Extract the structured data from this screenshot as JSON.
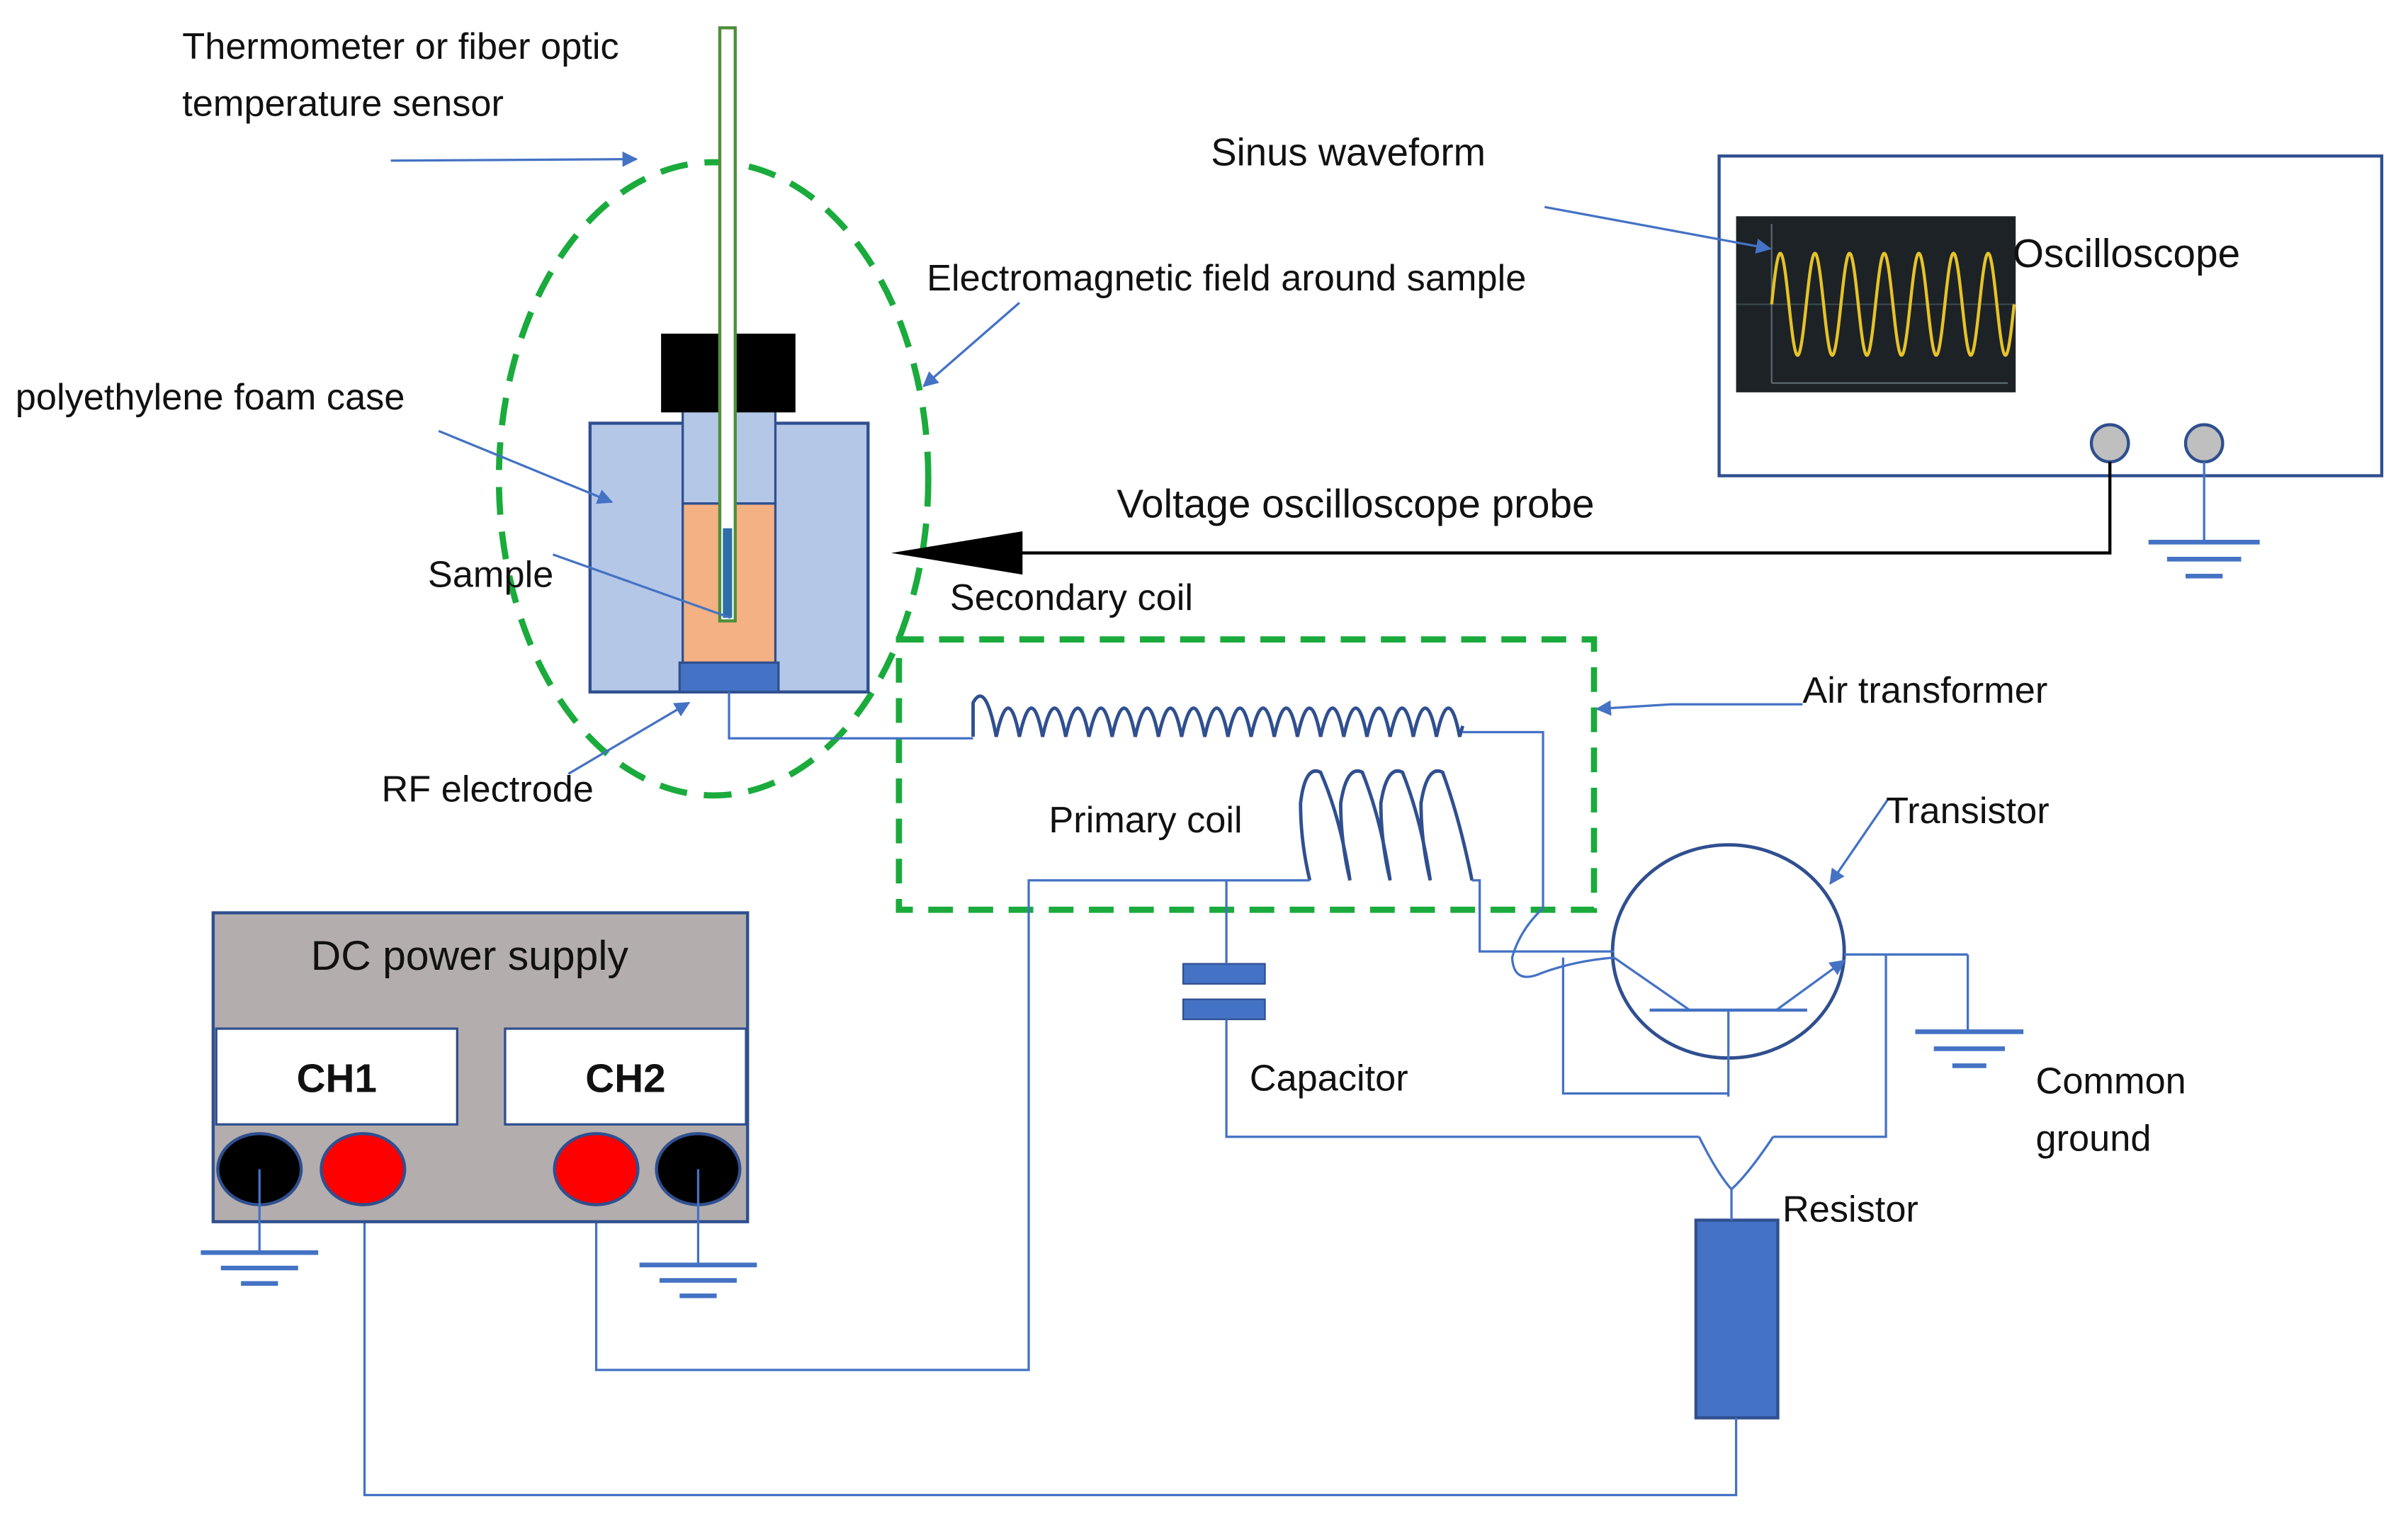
{
  "labels": {
    "thermometer_line1": "Thermometer or fiber optic",
    "thermometer_line2": "temperature sensor",
    "sinus_waveform": "Sinus waveform",
    "oscilloscope": "Oscilloscope",
    "em_field": "Electromagnetic field around sample",
    "foam_case": "polyethylene foam case",
    "sample": "Sample",
    "voltage_probe": "Voltage oscilloscope probe",
    "secondary_coil": "Secondary coil",
    "air_transformer": "Air transformer",
    "rf_electrode": "RF electrode",
    "primary_coil": "Primary coil",
    "transistor": "Transistor",
    "capacitor": "Capacitor",
    "common_ground_line1": "Common",
    "common_ground_line2": "ground",
    "resistor": "Resistor",
    "dc_power_supply": "DC power supply",
    "ch1": "CH1",
    "ch2": "CH2"
  },
  "colors": {
    "wire": "#4472c4",
    "field_dash": "#1aab3c",
    "foam_case_fill": "#b4c7e7",
    "sample_fill": "#f4b183",
    "electrode_fill": "#4472c4",
    "terminal_red": "#ff0000",
    "terminal_black": "#000000",
    "power_supply_fill": "#b3adad",
    "waveform": "#e6c229",
    "scope_screen": "#1c2226"
  }
}
